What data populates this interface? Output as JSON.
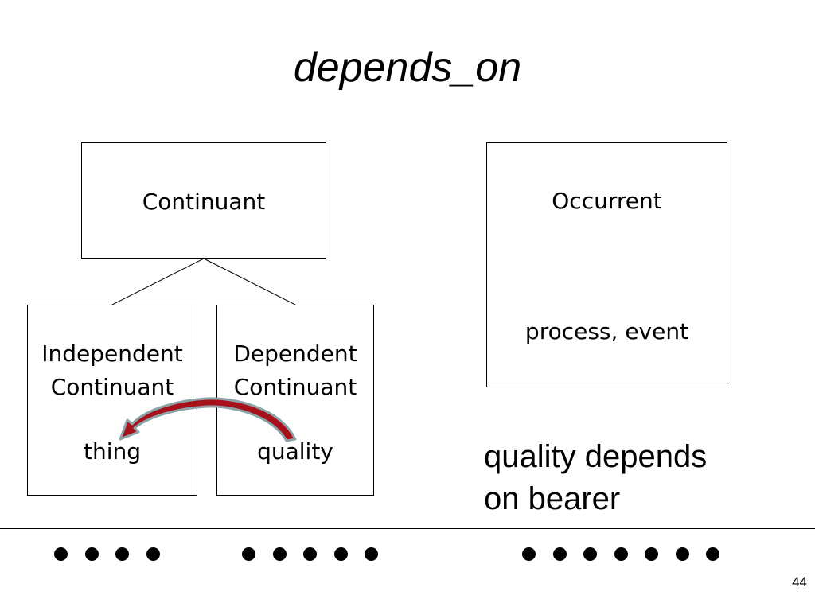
{
  "slide": {
    "title": "depends_on",
    "page_number": "44"
  },
  "diagram": {
    "continuant": {
      "label": "Continuant"
    },
    "independent_continuant": {
      "label": "Independent\nContinuant",
      "example": "thing"
    },
    "dependent_continuant": {
      "label": "Dependent\nContinuant",
      "example": "quality"
    },
    "occurrent": {
      "label": "Occurrent",
      "example": "process, event"
    },
    "arrow_colors": {
      "fill": "#a8101c",
      "outline": "#8aa4a8"
    }
  },
  "note": "quality depends\non bearer",
  "footer": {
    "dot_groups": [
      4,
      5,
      7
    ]
  }
}
